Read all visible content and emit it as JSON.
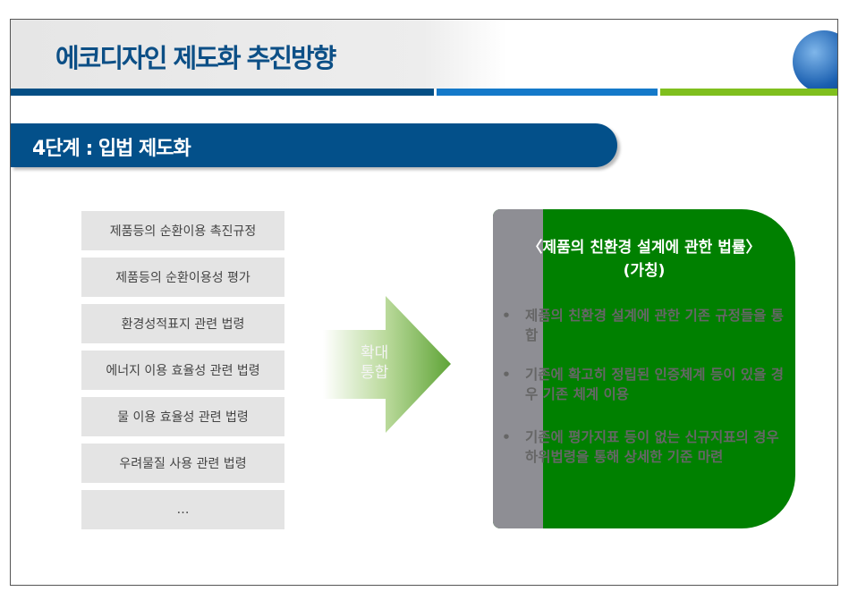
{
  "header": {
    "title": "에코디자인 제도화 추진방향"
  },
  "section": {
    "title": "4단계 : 입법 제도화"
  },
  "laws": [
    "제품등의 순환이용 촉진규정",
    "제품등의 순환이용성 평가",
    "환경성적표지 관련 법령",
    "에너지 이용 효율성 관련 법령",
    "물 이용 효율성 관련 법령",
    "우려물질 사용 관련 법령",
    "…"
  ],
  "arrow": {
    "line1": "확대",
    "line2": "통합"
  },
  "result": {
    "title": "〈제품의 친환경 설계에 관한 법률〉",
    "subtitle": "(가칭)",
    "bullet": "•",
    "points": [
      "제품의 친환경 설계에 관한 기존 규정들을 통합",
      "기존에 확고히 정립된 인증체계 등이 있을 경우 기존 체계 이용",
      "기존에 평가지표 등이 없는 신규지표의 경우 하위법령을 통해 상세한 기준 마련"
    ]
  },
  "colors": {
    "navy": "#03508a",
    "blue": "#1479c9",
    "green": "#7fbf1e",
    "panel": "#008000"
  }
}
